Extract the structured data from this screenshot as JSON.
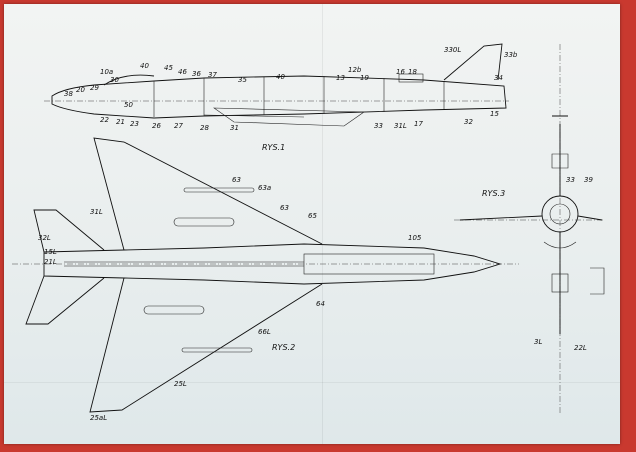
{
  "captions": {
    "rys1": "RYS.1",
    "rys2": "RYS.2",
    "rys3": "RYS.3"
  },
  "side_labels": [
    "330L",
    "33b",
    "34",
    "38",
    "20",
    "29",
    "30",
    "10a",
    "50",
    "40",
    "45",
    "46",
    "36",
    "37",
    "35",
    "40",
    "12b",
    "19",
    "13",
    "16",
    "18",
    "22",
    "21",
    "23",
    "26",
    "27",
    "28",
    "31",
    "15",
    "17",
    "32",
    "33",
    "31L"
  ],
  "plan_labels": [
    "63",
    "63",
    "63a",
    "65",
    "64",
    "66L",
    "105",
    "31L",
    "32L",
    "15L",
    "21L",
    "25L",
    "25aL"
  ],
  "front_labels": [
    "33",
    "39",
    "22L",
    "3L"
  ]
}
